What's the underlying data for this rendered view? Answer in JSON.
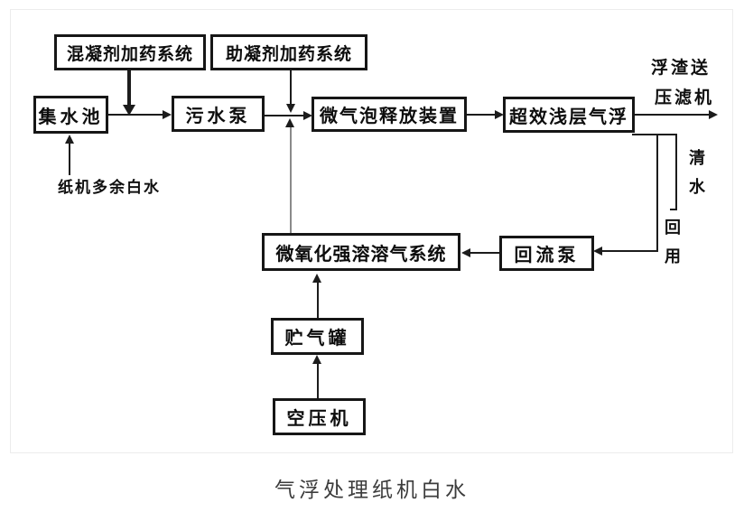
{
  "figure": {
    "caption": "气浮处理纸机白水",
    "ink_color": "#1c1c1c",
    "caption_color": "#3c3c3c"
  },
  "diagram": {
    "nodes": [
      {
        "id": "coagulant-dosing-system",
        "label": "混凝剂加药系统"
      },
      {
        "id": "flocculant-dosing-system",
        "label": "助凝剂加药系统"
      },
      {
        "id": "collection-tank",
        "label": "集水池"
      },
      {
        "id": "sewage-pump",
        "label": "污水泵"
      },
      {
        "id": "microbubble-release-device",
        "label": "微气泡释放装置"
      },
      {
        "id": "shallow-air-flotation",
        "label": "超效浅层气浮"
      },
      {
        "id": "dissolved-air-system",
        "label": "微氧化强溶溶气系统"
      },
      {
        "id": "reflux-pump",
        "label": "回流泵"
      },
      {
        "id": "gas-storage-tank",
        "label": "贮气罐"
      },
      {
        "id": "air-compressor",
        "label": "空压机"
      }
    ],
    "labels": {
      "influent": "纸机多余白水",
      "scum_line1": "浮渣送",
      "scum_line2": "压滤机",
      "clear_water": "清水",
      "reuse": "回用"
    }
  }
}
